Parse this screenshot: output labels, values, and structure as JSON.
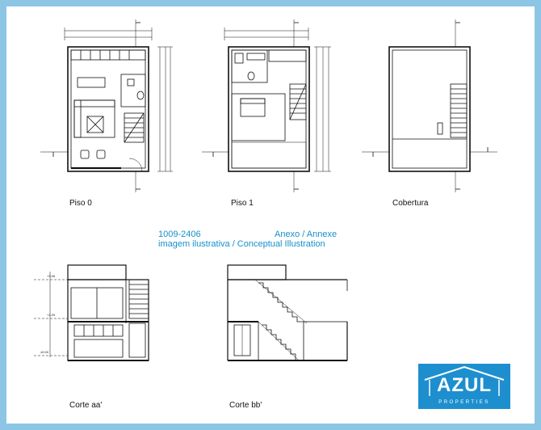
{
  "reference": {
    "code": "1009-2406",
    "title": "Anexo / Annexe",
    "subtitle": "imagem ilustrativa / Conceptual Illustration"
  },
  "drawings": {
    "plan_ground": "Piso 0",
    "plan_first": "Piso 1",
    "plan_roof": "Cobertura",
    "section_aa": "Corte aa'",
    "section_bb": "Corte bb'"
  },
  "logo": {
    "word": "AZUL",
    "sub": "PROPERTIES"
  },
  "colors": {
    "frame": "#8cc6e4",
    "accent": "#1690c8",
    "logo_bg": "#1d8fcf",
    "line": "#111111"
  }
}
